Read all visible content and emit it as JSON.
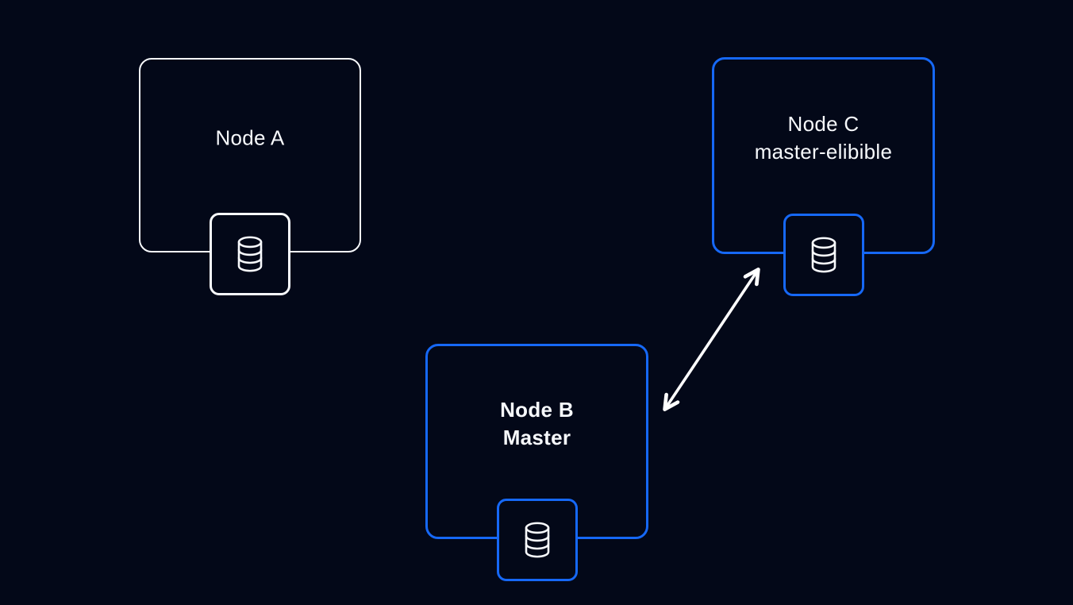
{
  "colors": {
    "background": "#030818",
    "node_accent_blue": "#1668f6",
    "node_accent_white": "#f7f9fc",
    "arrow": "#ffffff",
    "text": "#f7f9fc"
  },
  "nodes": [
    {
      "id": "node-a",
      "lines": [
        "Node A",
        ""
      ],
      "variant": "white",
      "bold": false,
      "icon": "database-icon"
    },
    {
      "id": "node-c",
      "lines": [
        "Node C",
        "master-elibible"
      ],
      "variant": "blue",
      "bold": false,
      "icon": "database-icon"
    },
    {
      "id": "node-b",
      "lines": [
        "Node B",
        "Master"
      ],
      "variant": "blue",
      "bold": true,
      "icon": "database-icon"
    }
  ],
  "connections": [
    {
      "from": "node-b",
      "to": "node-c",
      "type": "double-headed-arrow"
    }
  ]
}
